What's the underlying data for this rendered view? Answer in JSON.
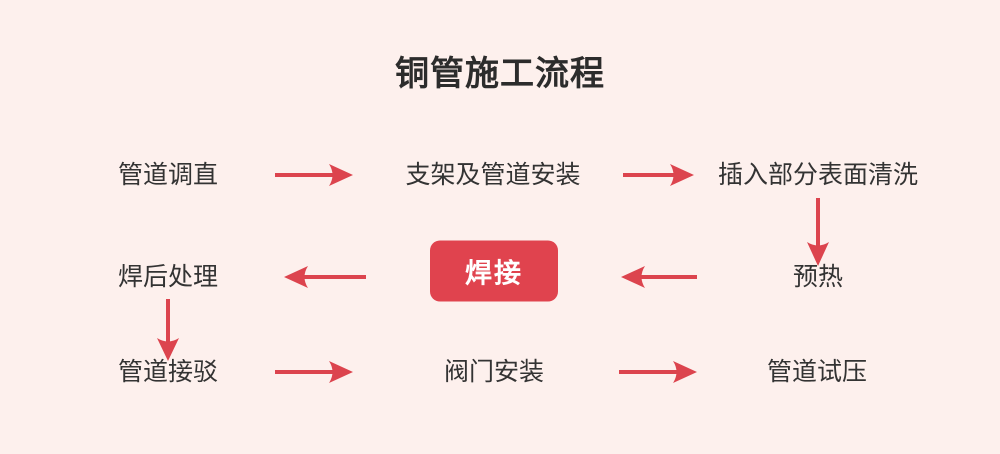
{
  "diagram": {
    "title": "铜管施工流程",
    "background_color": "#fdf0ed",
    "accent_color": "#e0434e",
    "text_color": "#333333",
    "nodes": [
      {
        "id": "n1",
        "label": "管道调直",
        "row": 1,
        "col": 1,
        "highlight": false
      },
      {
        "id": "n2",
        "label": "支架及管道安装",
        "row": 1,
        "col": 2,
        "highlight": false
      },
      {
        "id": "n3",
        "label": "插入部分表面清洗",
        "row": 1,
        "col": 3,
        "highlight": false
      },
      {
        "id": "n4",
        "label": "预热",
        "row": 2,
        "col": 3,
        "highlight": false
      },
      {
        "id": "n5",
        "label": "焊接",
        "row": 2,
        "col": 2,
        "highlight": true
      },
      {
        "id": "n6",
        "label": "焊后处理",
        "row": 2,
        "col": 1,
        "highlight": false
      },
      {
        "id": "n7",
        "label": "管道接驳",
        "row": 3,
        "col": 1,
        "highlight": false
      },
      {
        "id": "n8",
        "label": "阀门安装",
        "row": 3,
        "col": 2,
        "highlight": false
      },
      {
        "id": "n9",
        "label": "管道试压",
        "row": 3,
        "col": 3,
        "highlight": false
      }
    ],
    "arrows": [
      {
        "id": "a1",
        "from": "n1",
        "to": "n2",
        "direction": "right"
      },
      {
        "id": "a2",
        "from": "n2",
        "to": "n3",
        "direction": "right"
      },
      {
        "id": "a3",
        "from": "n3",
        "to": "n4",
        "direction": "down"
      },
      {
        "id": "a4",
        "from": "n4",
        "to": "n5",
        "direction": "left"
      },
      {
        "id": "a5",
        "from": "n5",
        "to": "n6",
        "direction": "left"
      },
      {
        "id": "a6",
        "from": "n6",
        "to": "n7",
        "direction": "down"
      },
      {
        "id": "a7",
        "from": "n7",
        "to": "n8",
        "direction": "right"
      },
      {
        "id": "a8",
        "from": "n8",
        "to": "n9",
        "direction": "right"
      }
    ]
  }
}
